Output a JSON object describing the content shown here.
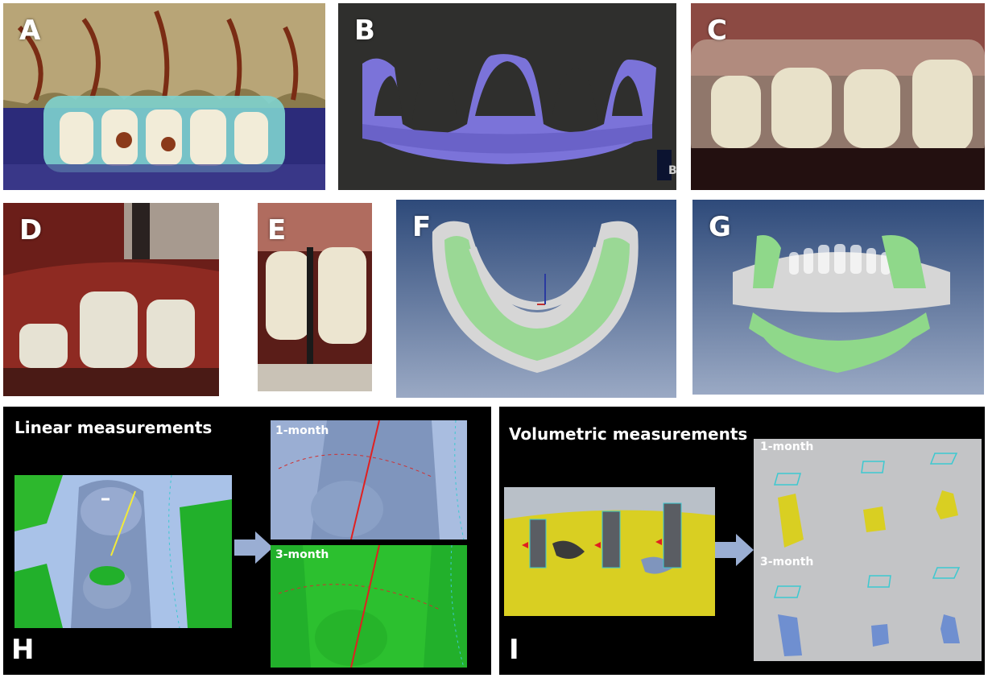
{
  "panels": {
    "a": {
      "label": "A"
    },
    "b": {
      "label": "B",
      "corner_text": "B"
    },
    "c": {
      "label": "C"
    },
    "d": {
      "label": "D"
    },
    "e": {
      "label": "E"
    },
    "f": {
      "label": "F"
    },
    "g": {
      "label": "G"
    },
    "h": {
      "label": "H",
      "title": "Linear measurements",
      "one_month": "1-month",
      "three_month": "3-month"
    },
    "i": {
      "label": "I",
      "title": "Volumetric measurements",
      "one_month": "1-month",
      "three_month": "3-month"
    }
  },
  "colors": {
    "panel_black": "#000000",
    "cad_purple": "#7b73d9",
    "cad_bg": "#2f2f2d",
    "model_bg_top": "#2e4a7a",
    "model_bg_bottom": "#9aa9c4",
    "scan_green": "#8fd88a",
    "scan_gray": "#d6d6d6",
    "mesh_blue": "#8fa3c7",
    "mesh_green": "#22b02b",
    "mesh_yellow": "#d9cf22",
    "arrow_blue": "#9aaed3"
  }
}
